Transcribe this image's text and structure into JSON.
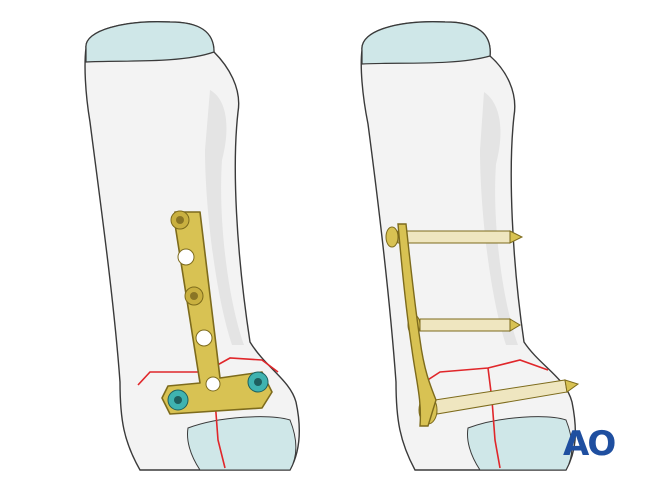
{
  "logo": {
    "text": "AO"
  },
  "colors": {
    "bone": "#f3f3f3",
    "bone_outline": "#3a3a3a",
    "cartilage": "#cfe7e8",
    "plate": "#d8c253",
    "plate_outline": "#7d6b1c",
    "fracture": "#e0262a",
    "screw": "#efe6c0",
    "locking_ring": "#3fb3b0",
    "logo": "#1f4fa0"
  },
  "views": [
    {
      "label": "",
      "implant": "t-plate-front-view"
    },
    {
      "label": "",
      "implant": "t-plate-side-view-with-screws"
    }
  ]
}
